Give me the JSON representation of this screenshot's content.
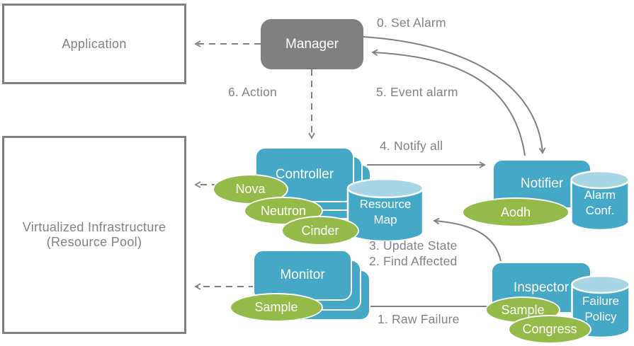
{
  "nodes": {
    "application": {
      "label": "Application"
    },
    "virtualized_infrastructure": {
      "line1": "Virtualized Infrastructure",
      "line2": "(Resource Pool)"
    },
    "manager": {
      "label": "Manager"
    },
    "controller": {
      "label": "Controller"
    },
    "monitor": {
      "label": "Monitor"
    },
    "notifier": {
      "label": "Notifier"
    },
    "inspector": {
      "label": "Inspector"
    }
  },
  "datastores": {
    "resource_map": {
      "line1": "Resource",
      "line2": "Map"
    },
    "alarm_conf": {
      "line1": "Alarm",
      "line2": "Conf."
    },
    "failure_policy": {
      "line1": "Failure",
      "line2": "Policy"
    }
  },
  "plugins": {
    "nova": {
      "label": "Nova"
    },
    "neutron": {
      "label": "Neutron"
    },
    "cinder": {
      "label": "Cinder"
    },
    "aodh": {
      "label": "Aodh"
    },
    "sample_monitor": {
      "label": "Sample"
    },
    "sample_inspector": {
      "label": "Sample"
    },
    "congress": {
      "label": "Congress"
    }
  },
  "flow_labels": {
    "set_alarm": "0. Set Alarm",
    "raw_failure": "1. Raw Failure",
    "find_affected": "2. Find Affected",
    "update_state": "3. Update State",
    "notify_all": "4. Notify all",
    "event_alarm": "5. Event alarm",
    "action": "6. Action"
  },
  "colors": {
    "node_teal": "#45A8C7",
    "cylinder_top": "#A9D6E6",
    "plugin_green": "#94BB4A",
    "manager_gray": "#808080",
    "line_gray": "#808080",
    "text_gray": "#808285"
  }
}
